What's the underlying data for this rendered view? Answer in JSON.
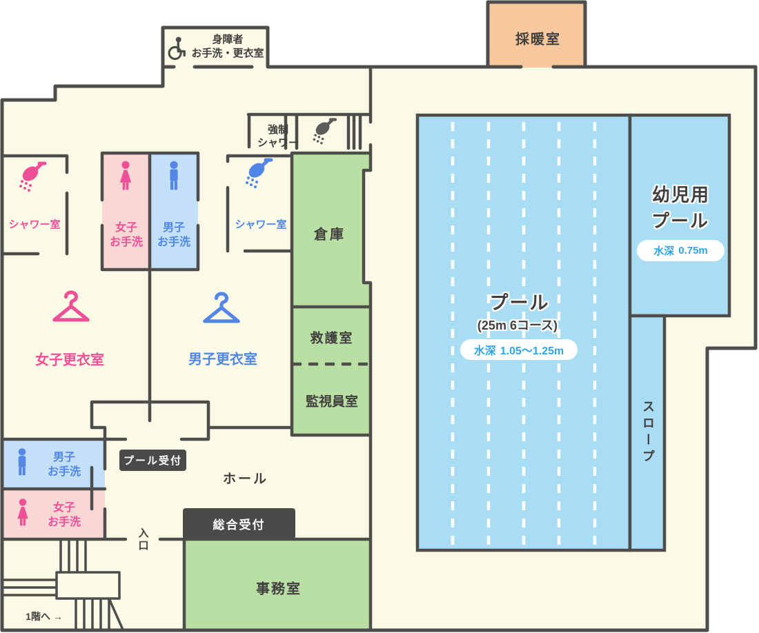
{
  "rooms": {
    "warming_room": {
      "label": "採暖室"
    },
    "accessible": {
      "line1": "身障者",
      "line2": "お手洗・更衣室"
    },
    "forced_shower": {
      "line1": "強制",
      "line2": "シャワー"
    },
    "shower_women": {
      "label": "シャワー室"
    },
    "shower_men": {
      "label": "シャワー室"
    },
    "toilet_women_upper": {
      "line1": "女子",
      "line2": "お手洗"
    },
    "toilet_men_upper": {
      "line1": "男子",
      "line2": "お手洗"
    },
    "storage": {
      "label": "倉庫"
    },
    "first_aid": {
      "label": "救護室"
    },
    "lifeguard": {
      "label": "監視員室"
    },
    "locker_women": {
      "label": "女子更衣室"
    },
    "locker_men": {
      "label": "男子更衣室"
    },
    "toilet_men_lower": {
      "line1": "男子",
      "line2": "お手洗"
    },
    "toilet_women_lower": {
      "line1": "女子",
      "line2": "お手洗"
    },
    "hall": {
      "label": "ホール"
    },
    "office": {
      "label": "事務室"
    },
    "slope": {
      "label": "スロープ"
    }
  },
  "badges": {
    "pool_reception": {
      "label": "プール受付"
    },
    "general_reception": {
      "label": "総合受付"
    }
  },
  "pools": {
    "main": {
      "name": "プール",
      "spec": "(25m 6コース)",
      "lanes": 6,
      "length": "25m",
      "depth_label": "水深",
      "depth_value": "1.05〜1.25m"
    },
    "kids": {
      "name_line1": "幼児用",
      "name_line2": "プール",
      "depth_label": "水深",
      "depth_value": "0.75m"
    }
  },
  "navigation": {
    "entrance": {
      "label": "入口"
    },
    "to_first_floor": {
      "label": "1階へ →"
    }
  },
  "icons": {
    "wheelchair": "wheelchair-icon",
    "shower": "shower-icon",
    "female": "female-person-icon",
    "male": "male-person-icon",
    "hanger": "hanger-icon"
  },
  "colors": {
    "wall": "#4d4d4b",
    "floor": "#fbfae7",
    "outside": "#ffffff",
    "pool_water": "#a8ddf4",
    "pink_room": "#f8d7d5",
    "blue_room": "#c3e0f8",
    "green_room": "#b9dfa4",
    "orange_room": "#f7c89e",
    "pink_accent": "#ee4f97",
    "blue_accent": "#4f86e8",
    "depth_text": "#2ea4e6",
    "badge_bg": "#4a4a48",
    "badge_text": "#ffffff"
  }
}
